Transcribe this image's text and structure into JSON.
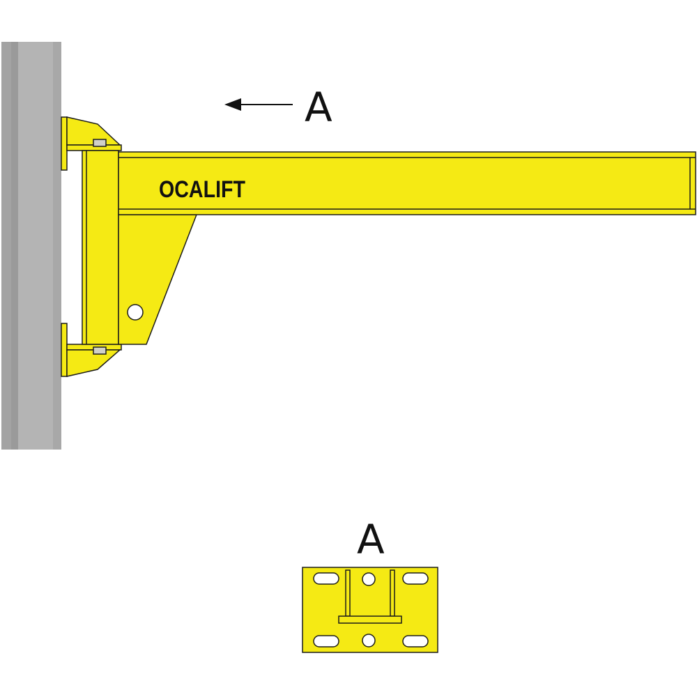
{
  "diagram": {
    "brand_text": "OCALIFT",
    "view_arrow_label": "A",
    "detail_view_label": "A"
  },
  "colors": {
    "steel_yellow": "#f5ea14",
    "outline": "#1a1a1a",
    "column_gray": "#b4b4b4",
    "column_dark": "#9a9a9a",
    "bolt_gray": "#d0d0c8",
    "background": "#ffffff"
  }
}
